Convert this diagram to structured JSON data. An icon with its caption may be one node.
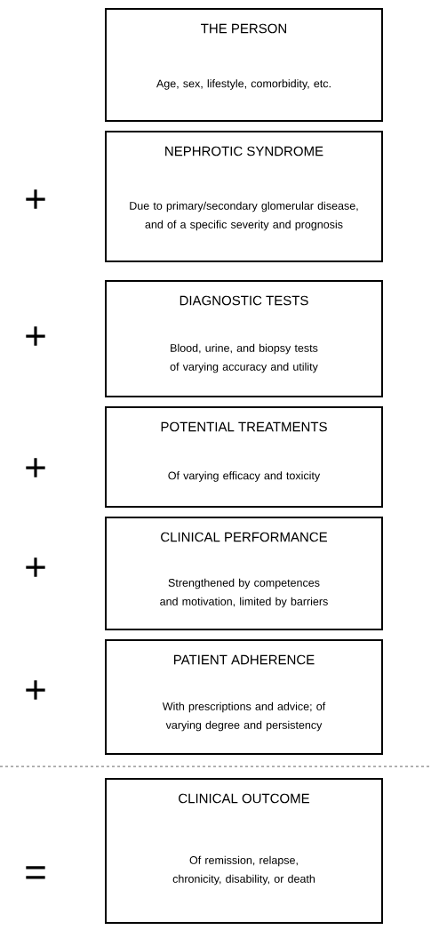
{
  "diagram": {
    "nodes": [
      {
        "text": [
          "THE PERSON",
          "Age, sex, lifestyle, comorbidity, etc."
        ]
      },
      {
        "text": [
          "NEPHROTIC SYNDROME",
          "Due to primary/secondary glomerular disease, and of a specific severity and prognosis"
        ]
      },
      {
        "text": [
          "DIAGNOSTIC TESTS",
          "Blood, urine, and biopsy tests of varying accuracy and utility"
        ]
      },
      {
        "text": [
          "POTENTIAL TREATMENTS",
          "Of varying efficacy and toxicity"
        ]
      },
      {
        "text": [
          "CLINICAL PERFORMANCE",
          "Strengthened by competences and motivation, limited by barriers"
        ]
      },
      {
        "text": [
          "PATIENT ADHERENCE",
          "With prescriptions and advice; of varying degree and persistency"
        ]
      },
      {
        "text": [
          "CLINICAL OUTCOME",
          "Of remission, relapse, chronicity, disability, or death"
        ]
      }
    ],
    "labels": [
      "+",
      "+",
      "+",
      "+",
      "+",
      "="
    ]
  }
}
